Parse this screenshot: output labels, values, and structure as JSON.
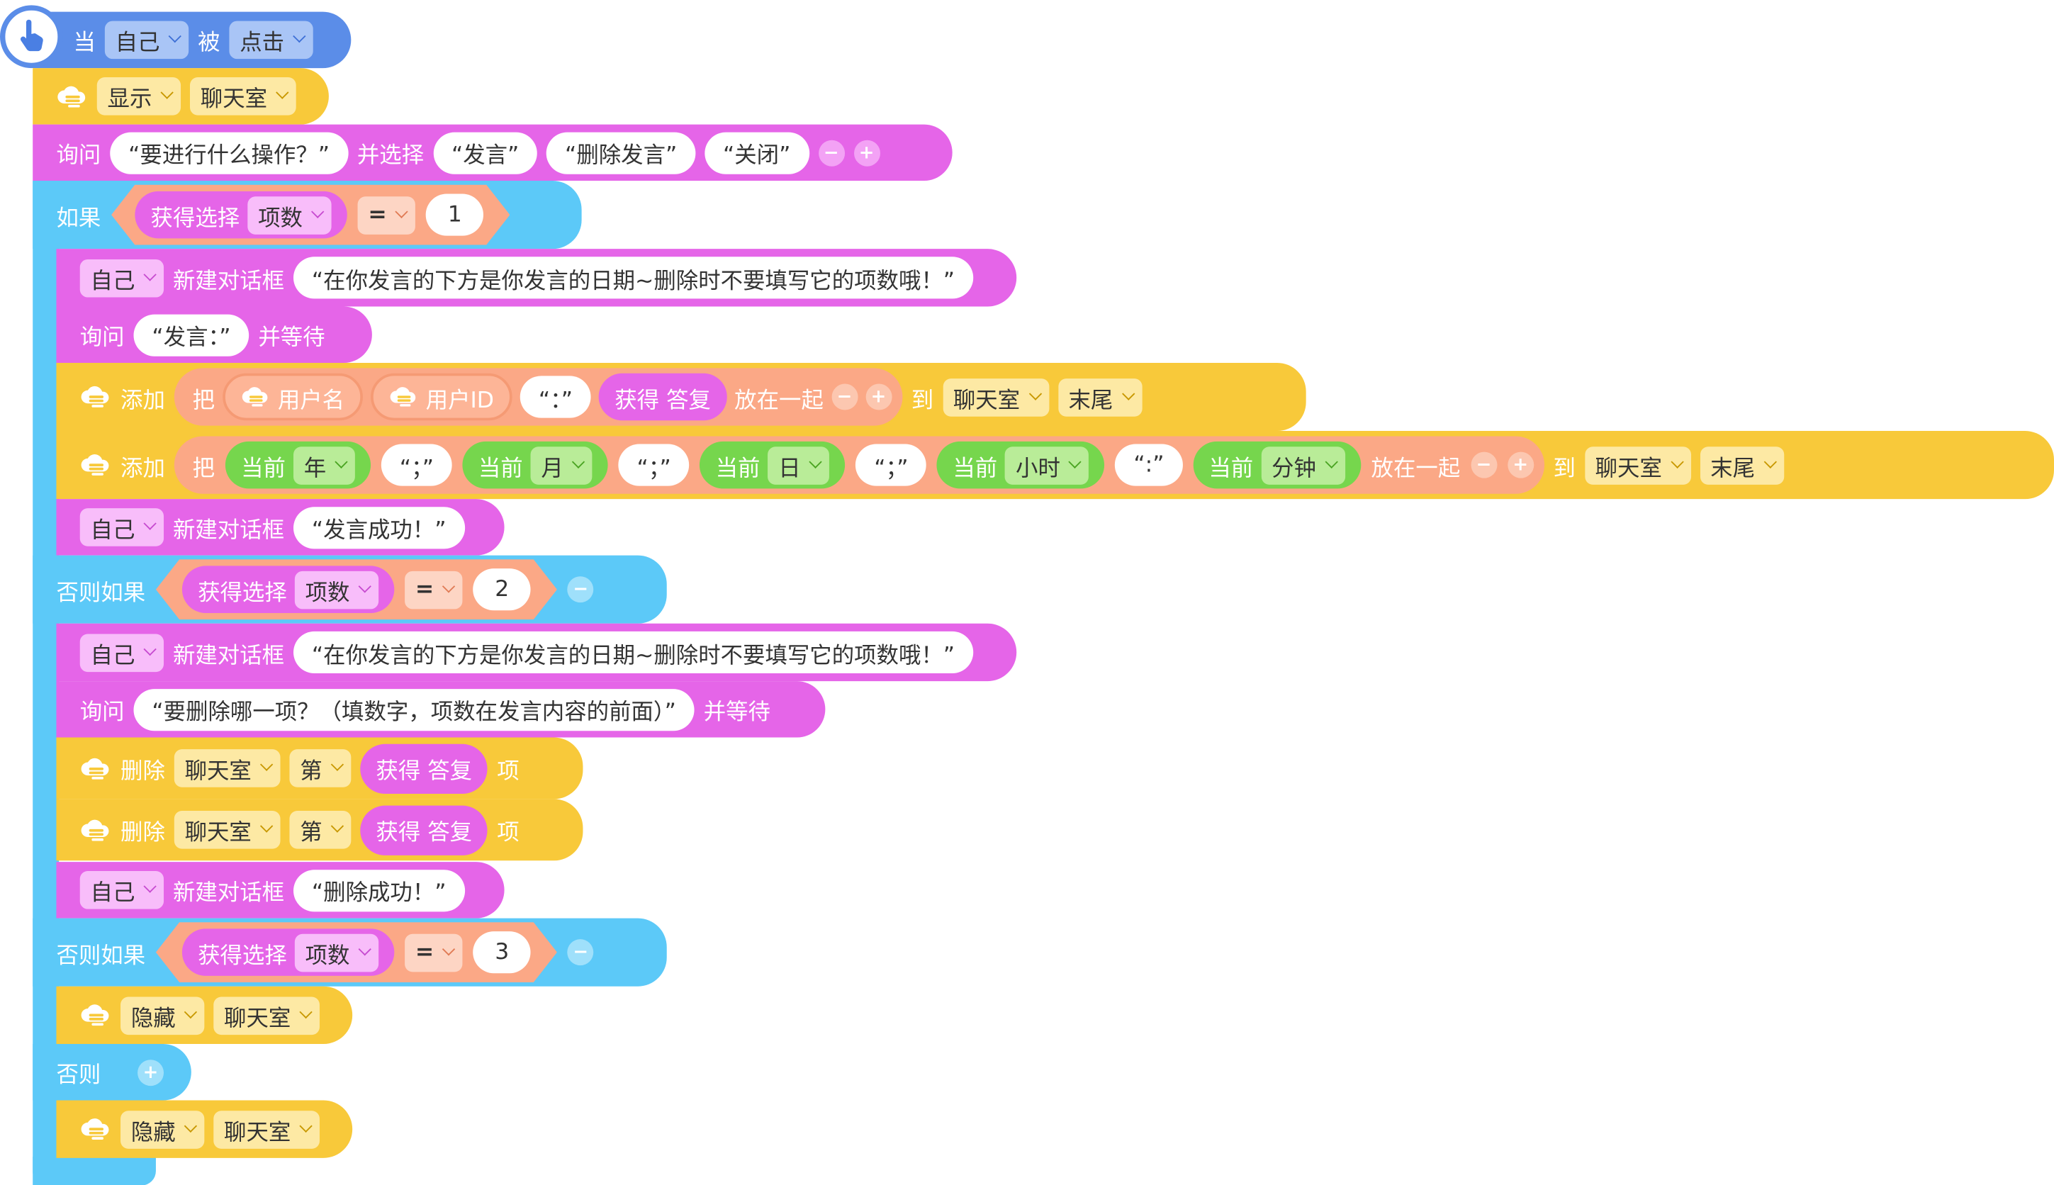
{
  "hat": {
    "when": "当",
    "obj": "自己",
    "by": "被",
    "evt": "点击"
  },
  "r1": {
    "verb": "显示",
    "list": "聊天室"
  },
  "r2": {
    "ask": "询问",
    "q": "“要进行什么操作？”",
    "and": "并选择",
    "o1": "“发言”",
    "o2": "“删除发言”",
    "o3": "“关闭”"
  },
  "if1": {
    "kw": "如果",
    "get": "获得选择",
    "field": "项数",
    "op": "=",
    "val": "1"
  },
  "r4": {
    "obj": "自己",
    "verb": "新建对话框",
    "text": "“在你发言的下方是你发言的日期~删除时不要填写它的项数哦！”"
  },
  "r5": {
    "ask": "询问",
    "text": "“发言：”",
    "wait": "并等待"
  },
  "r6": {
    "add": "添加",
    "ba": "把",
    "u1": "用户名",
    "u2": "用户ID",
    "sep": "“：”",
    "get": "获得 答复",
    "join": "放在一起",
    "to": "到",
    "list": "聊天室",
    "pos": "末尾"
  },
  "r7": {
    "add": "添加",
    "ba": "把",
    "cur": "当前",
    "year": "年",
    "month": "月",
    "day": "日",
    "hour": "小时",
    "minute": "分钟",
    "s1": "“；”",
    "s2": "“；”",
    "s3": "“；”",
    "s4": "“:”",
    "join": "放在一起",
    "to": "到",
    "list": "聊天室",
    "pos": "末尾"
  },
  "r8": {
    "obj": "自己",
    "verb": "新建对话框",
    "text": "“发言成功！”"
  },
  "elif1": {
    "kw": "否则如果",
    "get": "获得选择",
    "field": "项数",
    "op": "=",
    "val": "2"
  },
  "r10": {
    "obj": "自己",
    "verb": "新建对话框",
    "text": "“在你发言的下方是你发言的日期~删除时不要填写它的项数哦！”"
  },
  "r11": {
    "ask": "询问",
    "text": "“要删除哪一项？（填数字，项数在发言内容的前面）”",
    "wait": "并等待"
  },
  "r12": {
    "del": "删除",
    "list": "聊天室",
    "nth": "第",
    "get": "获得 答复",
    "item": "项"
  },
  "r13": {
    "del": "删除",
    "list": "聊天室",
    "nth": "第",
    "get": "获得 答复",
    "item": "项"
  },
  "r14": {
    "obj": "自己",
    "verb": "新建对话框",
    "text": "“删除成功！”"
  },
  "elif2": {
    "kw": "否则如果",
    "get": "获得选择",
    "field": "项数",
    "op": "=",
    "val": "3"
  },
  "r16": {
    "hide": "隐藏",
    "list": "聊天室"
  },
  "else": {
    "kw": "否则"
  },
  "r18": {
    "hide": "隐藏",
    "list": "聊天室"
  },
  "icons": {
    "hat": "pointer-hand-icon",
    "cloud": "cloud-list-icon",
    "plus": "plus-icon",
    "minus": "minus-icon",
    "chev": "chevron-down-icon"
  },
  "colors": {
    "looks": "#e565e8",
    "data": "#f8c93a",
    "control": "#5cc9f8",
    "sensing": "#76d64d",
    "operator": "#fba886",
    "events": "#5b8de8"
  }
}
